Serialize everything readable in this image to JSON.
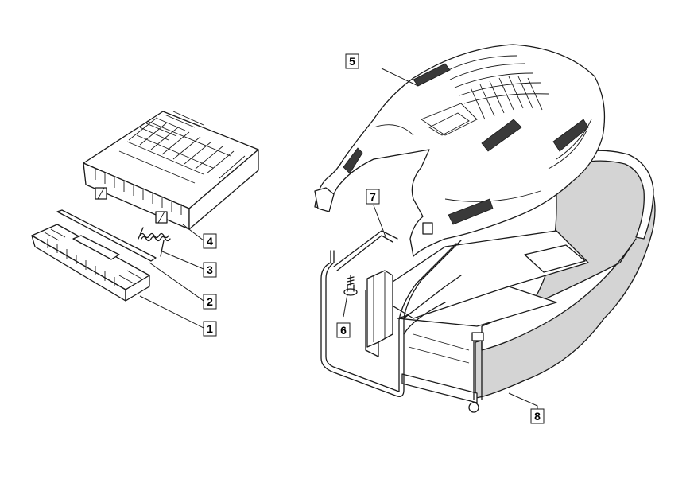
{
  "callouts": [
    {
      "num": "1"
    },
    {
      "num": "2"
    },
    {
      "num": "3"
    },
    {
      "num": "4"
    },
    {
      "num": "5"
    },
    {
      "num": "6"
    },
    {
      "num": "7"
    },
    {
      "num": "8"
    }
  ],
  "colors": {
    "line": "#1a1a1a",
    "bag_fabric": "#d4d4d4",
    "background": "#ffffff"
  }
}
